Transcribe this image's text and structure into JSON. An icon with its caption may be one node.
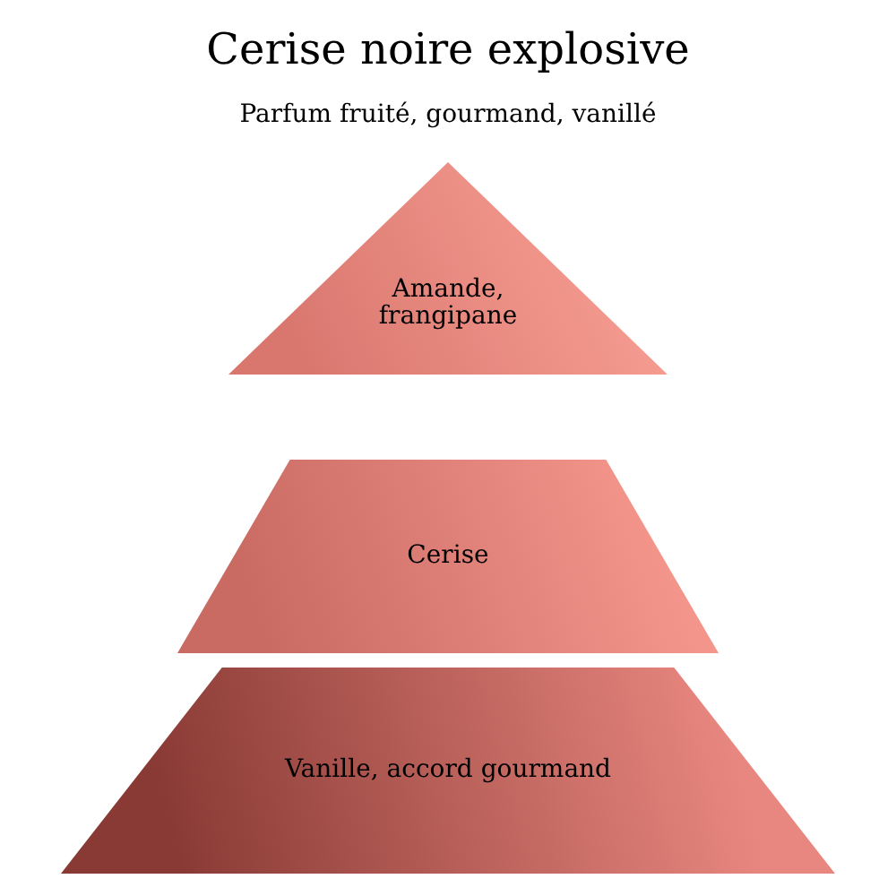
{
  "diagram": {
    "title": "Cerise noire explosive",
    "nodes": [
      {
        "text": [
          "Amande, frangipane"
        ]
      },
      {
        "text": [
          "Cerise"
        ]
      },
      {
        "text": [
          "Vanille, accord gourmand"
        ]
      }
    ],
    "labels": [
      "Parfum fruité, gourmand, vanillé"
    ]
  }
}
